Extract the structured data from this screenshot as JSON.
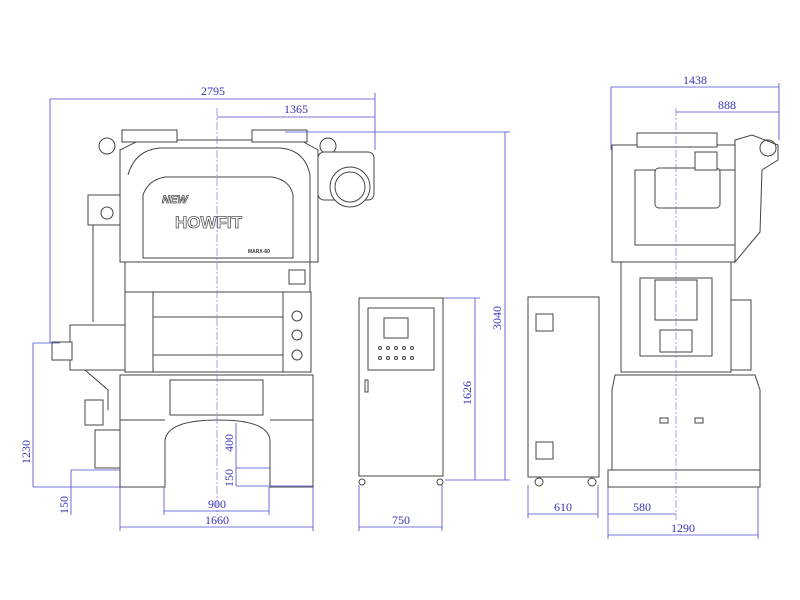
{
  "logo": {
    "new": "NEW",
    "brand": "HOWFIT",
    "model": "MARX-60"
  },
  "dimensions": {
    "overall_width": "2795",
    "center_to_right": "1365",
    "overall_height": "3040",
    "cabinet_height": "1626",
    "feed_height": "1230",
    "base_offset_left": "150",
    "opening_height": "400",
    "base_offset_center": "150",
    "opening_width": "900",
    "base_width": "1660",
    "cabinet_width": "750",
    "cabinet_depth": "610",
    "side_center_offset": "580",
    "side_base_depth": "1290",
    "side_overall_depth": "1438",
    "side_center_to_rear": "888"
  }
}
